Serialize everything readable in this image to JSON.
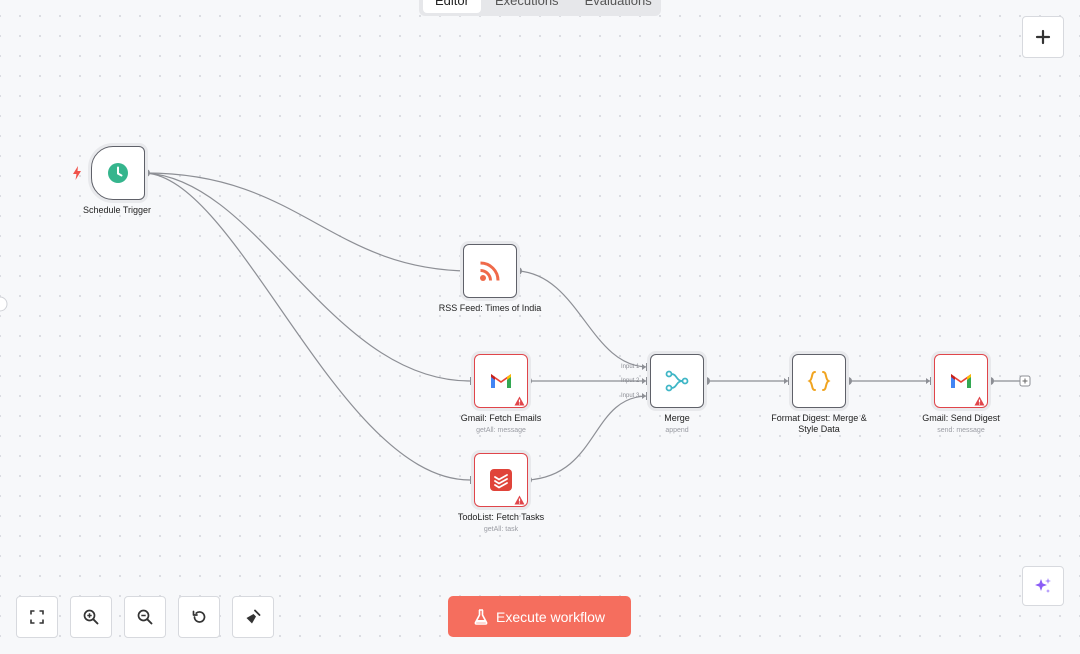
{
  "tabs": [
    {
      "label": "Editor",
      "active": true
    },
    {
      "label": "Executions",
      "active": false
    },
    {
      "label": "Evaluations",
      "active": false
    }
  ],
  "nodes": {
    "schedule_trigger": {
      "title": "Schedule Trigger"
    },
    "rss": {
      "title": "RSS Feed: Times of India"
    },
    "gmail_fetch": {
      "title": "Gmail: Fetch Emails",
      "subtitle": "getAll: message"
    },
    "todolist": {
      "title": "TodoList: Fetch Tasks",
      "subtitle": "getAll: task"
    },
    "merge": {
      "title": "Merge",
      "subtitle": "append",
      "inputs": [
        "Input 1",
        "Input 2",
        "Input 3"
      ]
    },
    "format": {
      "title_line1": "Format Digest: Merge &",
      "title_line2": "Style Data"
    },
    "gmail_send": {
      "title": "Gmail: Send Digest",
      "subtitle": "send: message"
    }
  },
  "execute_button": {
    "label": "Execute workflow"
  },
  "colors": {
    "accent": "#f56e5e",
    "error_border": "#e0454a",
    "trigger_green": "#35b58d",
    "rss_orange": "#ef6a4a",
    "merge_teal": "#3fb6c6",
    "code_orange": "#f0a420",
    "todoist_red": "#e0443a"
  }
}
